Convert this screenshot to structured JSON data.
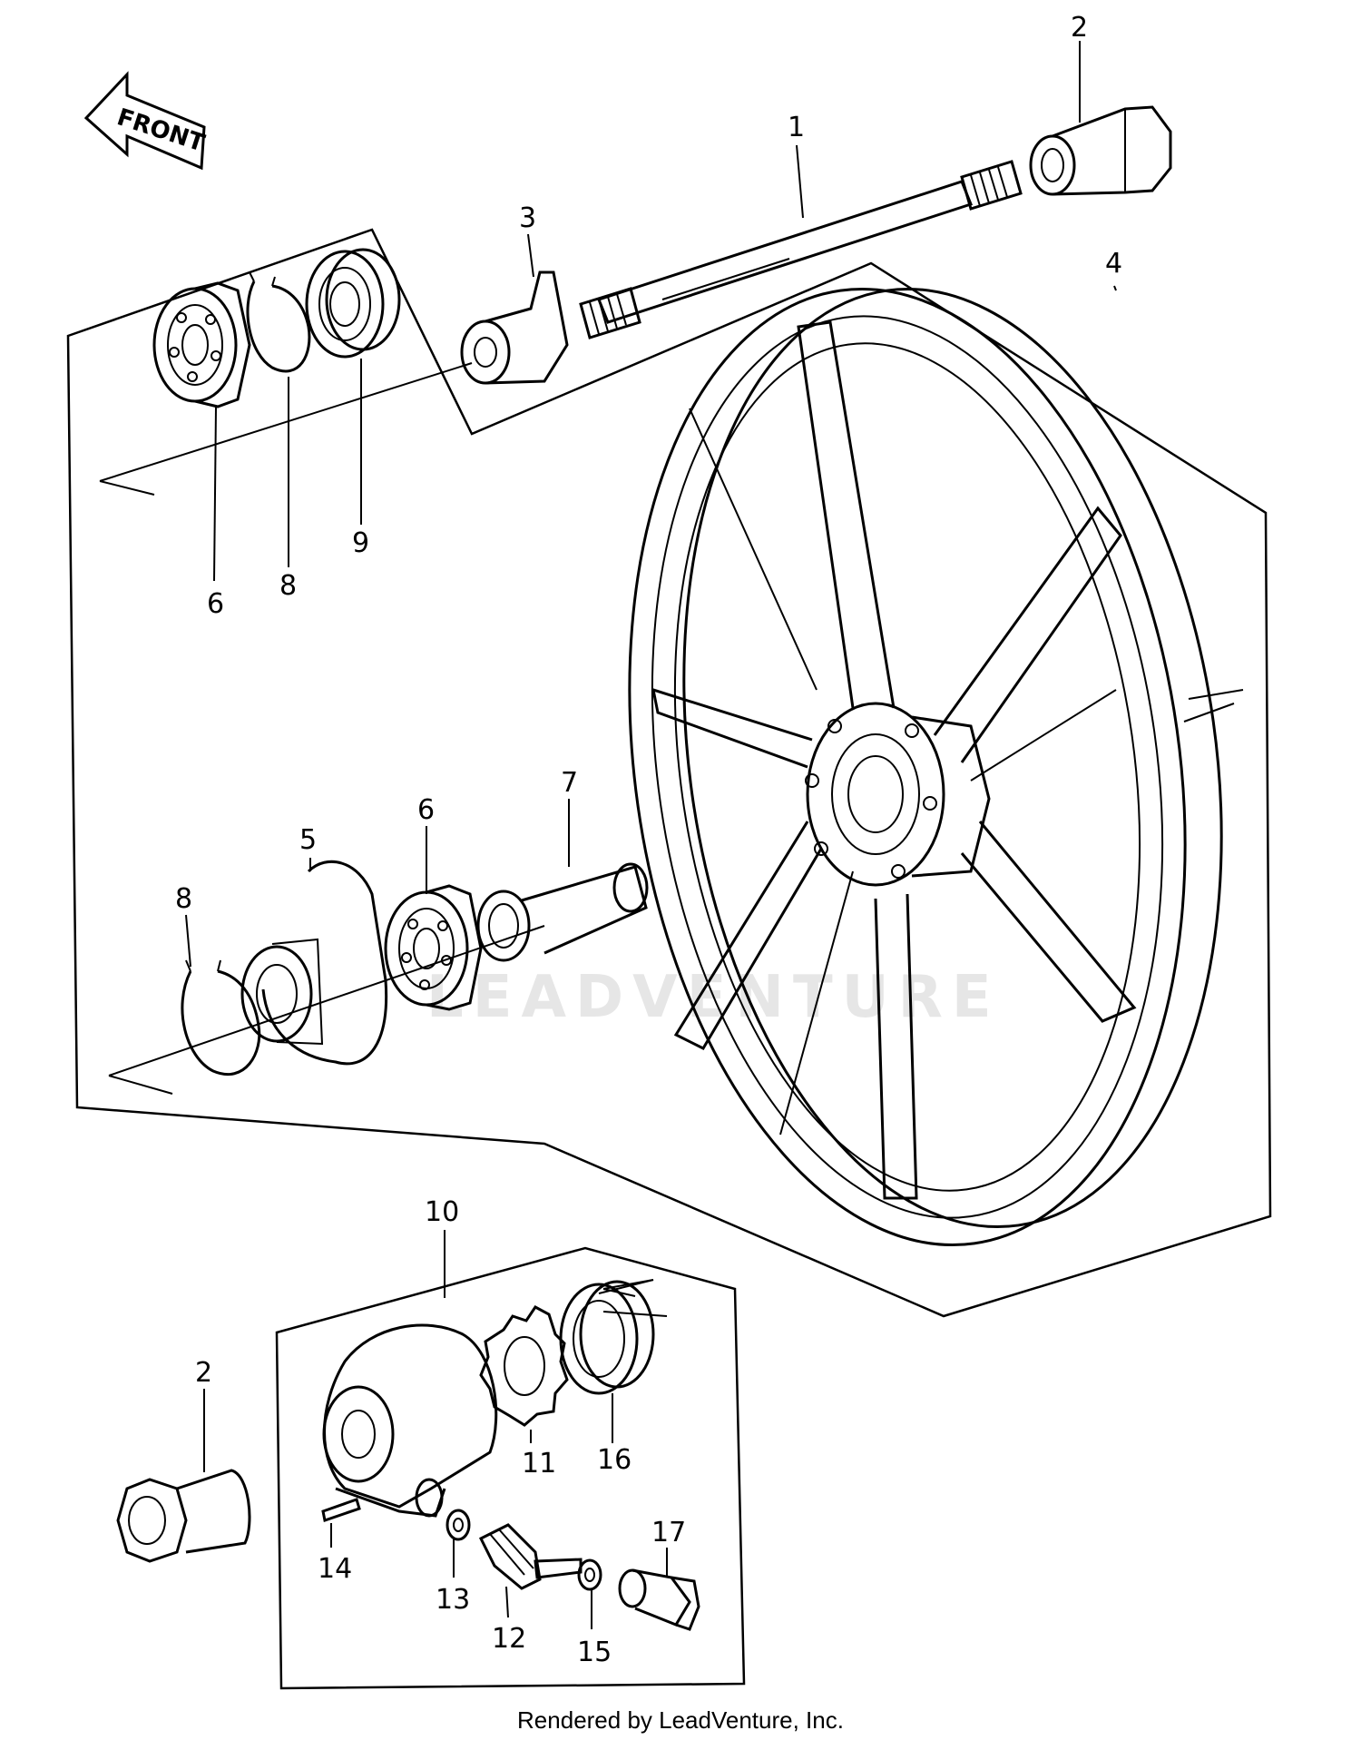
{
  "direction_label": "FRONT",
  "watermark": "LEADVENTURE",
  "footer": "Rendered by LeadVenture, Inc.",
  "callouts": [
    "1",
    "2",
    "3",
    "4",
    "5",
    "6",
    "7",
    "8",
    "9",
    "10",
    "11",
    "12",
    "13",
    "14",
    "15",
    "16",
    "17",
    "2",
    "6",
    "8"
  ],
  "callout_labels": {
    "axle": "1",
    "axle_nut_top": "2",
    "axle_nut_bottom": "2",
    "spacer": "3",
    "wheel": "4",
    "hub_plate": "5",
    "bearing_top": "6",
    "bearing_mid": "6",
    "collar": "7",
    "circlip_top": "8",
    "circlip_mid": "8",
    "oil_seal": "9",
    "meter_gear_housing": "10",
    "meter_drive_gear": "11",
    "pinion": "12",
    "washer": "13",
    "pin": "14",
    "washer_small": "15",
    "grease_seal": "16",
    "bushing": "17"
  }
}
